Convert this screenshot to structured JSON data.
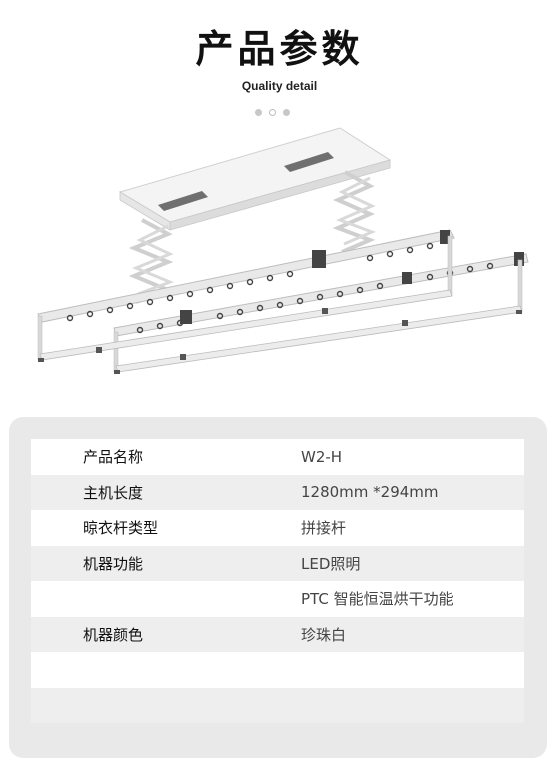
{
  "header": {
    "title": "产品参数",
    "subtitle": "Quality detail"
  },
  "specs": [
    {
      "label": "产品名称",
      "value": "W2-H"
    },
    {
      "label": "主机长度",
      "value": "1280mm *294mm"
    },
    {
      "label": "晾衣杆类型",
      "value": "拼接杆"
    },
    {
      "label": "机器功能",
      "value": "LED照明"
    },
    {
      "label": "",
      "value": "PTC 智能恒温烘干功能"
    },
    {
      "label": "机器颜色",
      "value": "珍珠白"
    },
    {
      "label": "",
      "value": ""
    },
    {
      "label": "",
      "value": ""
    }
  ]
}
